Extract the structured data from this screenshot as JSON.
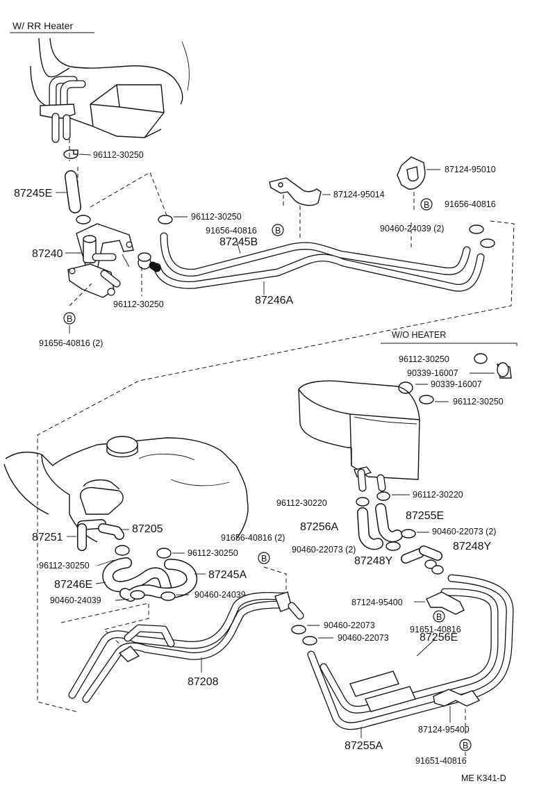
{
  "sections": {
    "rr_heater": "W/ RR Heater",
    "wo_heater": "W/O HEATER"
  },
  "bolt_symbol": "B",
  "labels": {
    "l_96112_30250_a": "96112-30250",
    "l_87245E": "87245E",
    "l_96112_30250_b": "96112-30250",
    "l_91656_40816_a": "91656-40816",
    "l_87245B": "87245B",
    "l_87240": "87240",
    "l_96112_30250_c": "96112-30250",
    "l_91656_40816_2_a": "91656-40816 (2)",
    "l_87246A": "87246A",
    "l_87124_95014": "87124-95014",
    "l_87124_95010": "87124-95010",
    "l_91656_40816_b": "91656-40816",
    "l_90460_24039_2": "90460-24039 (2)",
    "l_96112_30250_d": "96112-30250",
    "l_90339_16007_a": "90339-16007",
    "l_90339_16007_b": "90339-16007",
    "l_96112_30250_e": "96112-30250",
    "l_96112_30220_a": "96112-30220",
    "l_96112_30220_b": "96112-30220",
    "l_87256A": "87256A",
    "l_87255E": "87255E",
    "l_90460_22073_2_a": "90460-22073 (2)",
    "l_90460_22073_2_b": "90460-22073 (2)",
    "l_87248Y_a": "87248Y",
    "l_87248Y_b": "87248Y",
    "l_87205": "87205",
    "l_87251": "87251",
    "l_91656_40816_2_b": "91656-40816 (2)",
    "l_96112_30250_f": "96112-30250",
    "l_96112_30250_g": "96112-30250",
    "l_87245A": "87245A",
    "l_87246E": "87246E",
    "l_90460_24039_a": "90460-24039",
    "l_90460_24039_b": "90460-24039",
    "l_87124_95400_a": "87124-95400",
    "l_91651_40816_a": "91651-40816",
    "l_87256E": "87256E",
    "l_90460_22073_a": "90460-22073",
    "l_90460_22073_b": "90460-22073",
    "l_87208": "87208",
    "l_87255A": "87255A",
    "l_87124_95400_b": "87124-95400",
    "l_91651_40816_b": "91651-40816",
    "l_code": "ME  K341-D"
  }
}
